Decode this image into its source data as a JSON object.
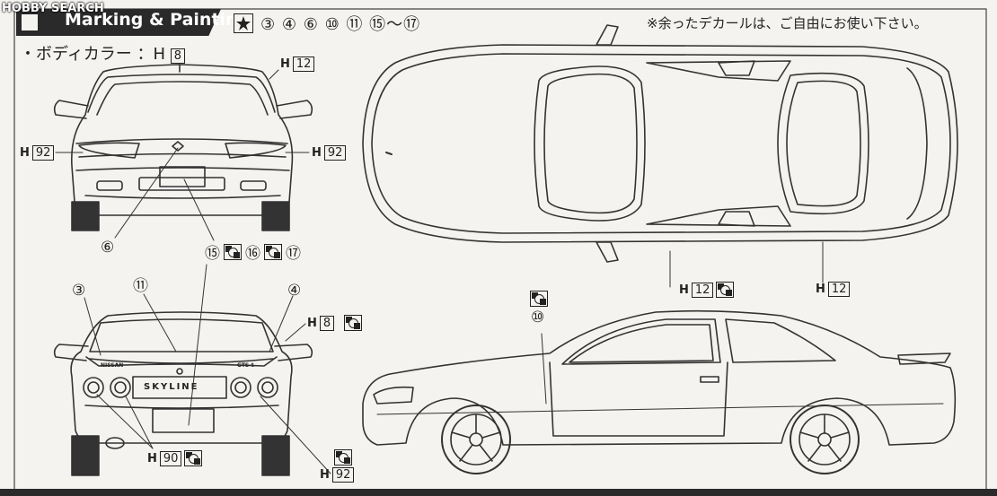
{
  "watermark": "HOBBY SEARCH",
  "header": {
    "title": "Marking & Painting",
    "decal_numbers": "③ ④ ⑥ ⑩ ⑪ ⑮～⑰",
    "note": "※余ったデカールは、ご自由にお使い下さい。"
  },
  "body_color": {
    "label": "・ボディカラー ：H",
    "code": "8"
  },
  "front_view": {
    "roof_code": {
      "prefix": "H",
      "code": "12"
    },
    "left_lamp_code": {
      "prefix": "H",
      "code": "92"
    },
    "right_lamp_code": {
      "prefix": "H",
      "code": "92"
    },
    "emblem_num": "⑥",
    "plate_nums": [
      "⑮",
      "⑯",
      "⑰"
    ]
  },
  "rear_view": {
    "num_left": "③",
    "num_center": "⑪",
    "num_right": "④",
    "body_code": {
      "prefix": "H",
      "code": "8"
    },
    "light_code": {
      "prefix": "H",
      "code": "90"
    },
    "lamp_code": {
      "prefix": "H",
      "code": "92"
    },
    "badge_left": "NISSAN",
    "badge_right": "GTS-t",
    "skyline_text": "SKYLINE"
  },
  "top_view": {
    "window_code_left": {
      "prefix": "H",
      "code": "12"
    },
    "window_code_right": {
      "prefix": "H",
      "code": "12"
    }
  },
  "side_view": {
    "decal_num": "⑩"
  }
}
